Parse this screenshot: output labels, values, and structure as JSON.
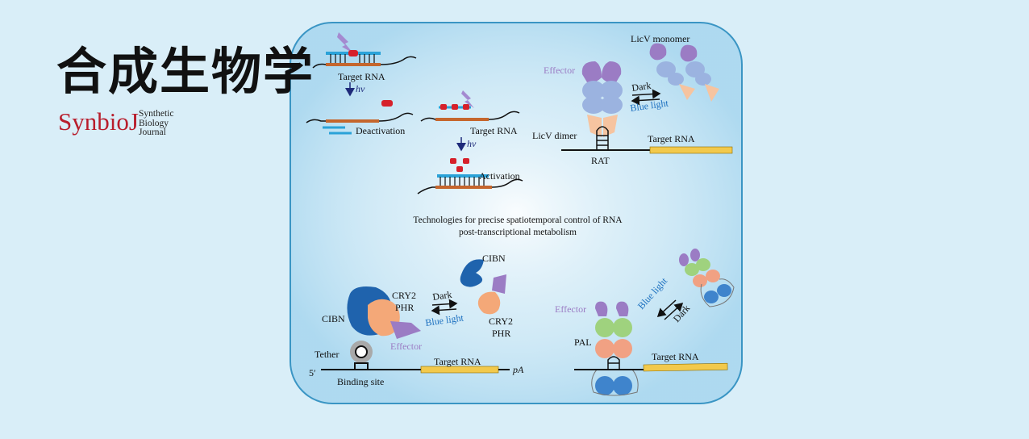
{
  "logo": {
    "chinese": "合成生物学",
    "english": "SynbioJ",
    "journal_lines": [
      "Synthetic",
      "Biology",
      "Journal"
    ]
  },
  "center_title": {
    "line1": "Technologies for precise spatiotemporal control of RNA",
    "line2": "post-transcriptional metabolism"
  },
  "panel_top_left": {
    "target_rna_1": "Target RNA",
    "hv_1": "hv",
    "deactivation": "Deactivation",
    "target_rna_2": "Target RNA",
    "hv_2": "hv",
    "activation": "Activation"
  },
  "panel_top_right": {
    "licv_monomer": "LicV monomer",
    "effector": "Effector",
    "dark": "Dark",
    "blue_light": "Blue light",
    "licv_dimer": "LicV dimer",
    "target_rna": "Target RNA",
    "rat": "RAT"
  },
  "panel_bottom_left": {
    "cibn_top": "CIBN",
    "cry2_phr_left_1": "CRY2",
    "cry2_phr_left_2": "PHR",
    "dark": "Dark",
    "blue_light": "Blue light",
    "cibn_left": "CIBN",
    "cry2_phr_right_1": "CRY2",
    "cry2_phr_right_2": "PHR",
    "effector": "Effector",
    "tether": "Tether",
    "target_rna": "Target RNA",
    "five_prime": "5′",
    "pa": "pA",
    "binding_site": "Binding site"
  },
  "panel_bottom_right": {
    "effector": "Effector",
    "blue_light": "Blue light",
    "dark": "Dark",
    "pal": "PAL",
    "target_rna": "Target RNA"
  },
  "colors": {
    "background": "#d9eef8",
    "frame": "#3a95c4",
    "logo_red": "#b81d2c",
    "rna_orange": "#c5662d",
    "rna_yellow": "#f2c94c",
    "cage_red": "#d6202a",
    "cage_blue": "#2aa2d8",
    "effector_purple": "#9b7cc4",
    "licv_blue": "#9bb3e0",
    "licv_peach": "#f6c4a0",
    "cibn_blue": "#1f63ad",
    "cry2_orange": "#f4a878",
    "pal_green": "#9fd27e",
    "pal_orange": "#f1a183",
    "pal_blue": "#3f84cc",
    "blue_light_text": "#1b6fbf"
  }
}
